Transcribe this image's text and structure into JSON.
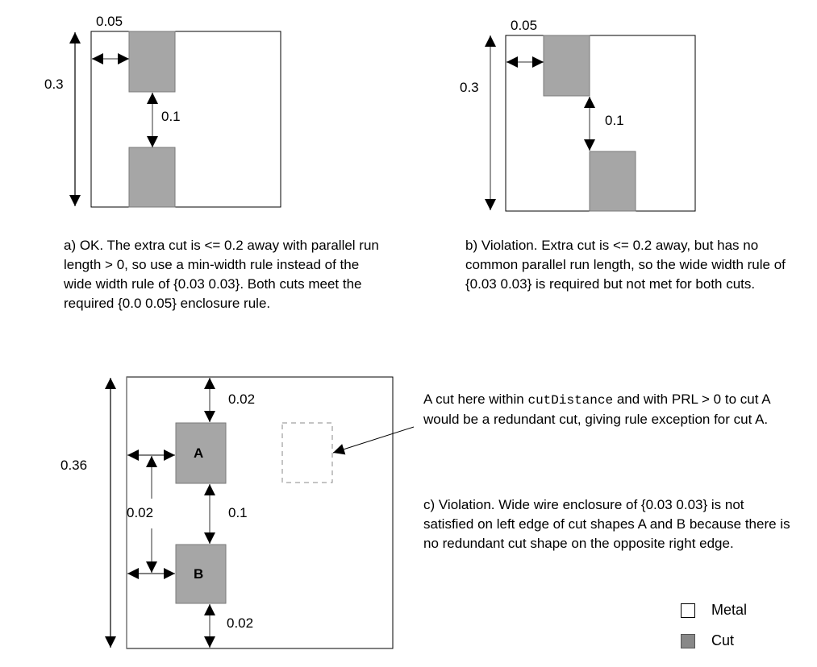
{
  "panel_a": {
    "labels": {
      "enclosure": "0.05",
      "height": "0.3",
      "spacing": "0.1"
    },
    "caption": "a) OK. The extra cut is <= 0.2 away with parallel run length > 0, so use a min-width rule instead of the wide width rule of {0.03 0.03}. Both cuts meet the required {0.0 0.05} enclosure rule."
  },
  "panel_b": {
    "labels": {
      "enclosure": "0.05",
      "height": "0.3",
      "spacing": "0.1"
    },
    "caption": "b) Violation. Extra cut is <= 0.2 away, but has no common parallel run length, so the wide width rule of {0.03 0.03} is required but not met for both cuts."
  },
  "panel_c": {
    "labels": {
      "height": "0.36",
      "top_enclosure": "0.02",
      "left_enclosure": "0.02",
      "spacing": "0.1",
      "bottom_enclosure": "0.02",
      "cut_a": "A",
      "cut_b": "B"
    },
    "annotation": {
      "part1": "A cut here within ",
      "code": "cutDistance",
      "part2": " and with PRL > 0 to cut A would be a redundant cut, giving rule exception for cut A."
    },
    "caption": "c) Violation. Wide wire enclosure of {0.03 0.03} is not satisfied on left edge of cut shapes A and B because there is no redundant cut shape on the opposite right edge."
  },
  "legend": {
    "items": [
      {
        "label": "Metal",
        "color": "#ffffff"
      },
      {
        "label": "Cut",
        "color": "#888888"
      }
    ]
  },
  "colors": {
    "cut_fill": "#a6a6a6",
    "cut_stroke": "#7a7a7a",
    "line": "#000000",
    "dim_line": "#777777"
  }
}
